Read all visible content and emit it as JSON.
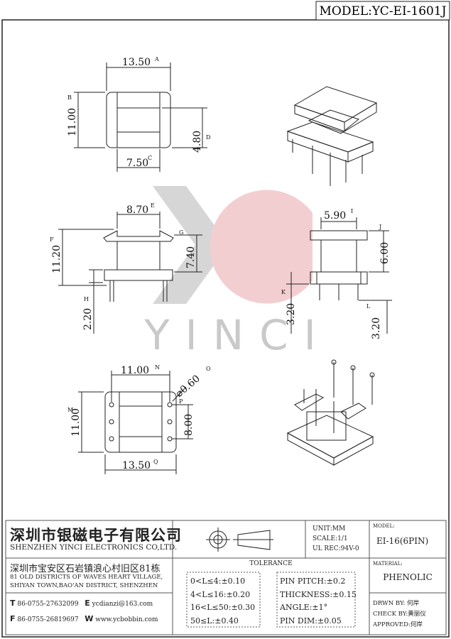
{
  "model_header": "MODEL:YC-EI-1601J",
  "watermark": "YINCI",
  "dimensions": {
    "a": {
      "value": "13.50",
      "tag": "A"
    },
    "b": {
      "value": "11.00",
      "tag": "B"
    },
    "c": {
      "value": "7.50",
      "tag": "C"
    },
    "d": {
      "value": "4.80",
      "tag": "D"
    },
    "e": {
      "value": "8.70",
      "tag": "E"
    },
    "f": {
      "value": "11.20",
      "tag": "F"
    },
    "g": {
      "value": "7.40",
      "tag": "G"
    },
    "h": {
      "value": "2.20",
      "tag": "H"
    },
    "i": {
      "value": "5.90",
      "tag": "I"
    },
    "j": {
      "value": "6.00",
      "tag": "J"
    },
    "k": {
      "value": "3.20",
      "tag": "K"
    },
    "l": {
      "value": "3.20",
      "tag": "L"
    },
    "m": {
      "value": "11.00",
      "tag": "M"
    },
    "n": {
      "value": "11.00",
      "tag": "N"
    },
    "o": {
      "value": "⌀0.60",
      "tag": "O"
    },
    "p": {
      "value": "8.00",
      "tag": "P"
    },
    "q": {
      "value": "13.50",
      "tag": "Q"
    }
  },
  "title_block": {
    "company_cn": "深圳市银磁电子有限公司",
    "company_en": "SHENZHEN YINCI ELECTRONICS CO,LTD.",
    "address_cn": "深圳市宝安区石岩镇浪心村旧区81栋",
    "address_en_1": "81 OLD DISTRICTS OF WAVES HEART VILLAGE,",
    "address_en_2": "SHIYAN TOWN,BAO'AN DISTRICT, SHENZHEN",
    "tel_label": "T",
    "tel": "86-0755-27632099",
    "email_label": "E",
    "email": "ycdianzi@163.com",
    "fax_label": "F",
    "fax": "86-0755-26819697",
    "web_label": "W",
    "web": "www.ycbobbin.com",
    "unit": "UNIT:MM",
    "scale": "SCALE:1/1",
    "ul_rec": "UL REC:94V-0",
    "model_label": "MODEL:",
    "model_value": "EI-16(6PIN)",
    "material_label": "MATERIAL:",
    "material_value": "PHENOLIC",
    "tolerance_title": "TOLERANCE",
    "tolerance_length": [
      "0<L≤4:±0.10",
      "4<L≤16:±0.20",
      "16<L≤50:±0.30",
      "50≤L:±0.40"
    ],
    "tolerance_other": [
      "PIN PITCH:±0.2",
      "THICKNESS:±0.15",
      "ANGLE:±1°",
      "PIN DIM:±0.05"
    ],
    "drawn_by": "DRWN BY: 何岸",
    "check_by": "CHECK BY:黄丽仪",
    "approved": "APPROVED:何岸"
  }
}
